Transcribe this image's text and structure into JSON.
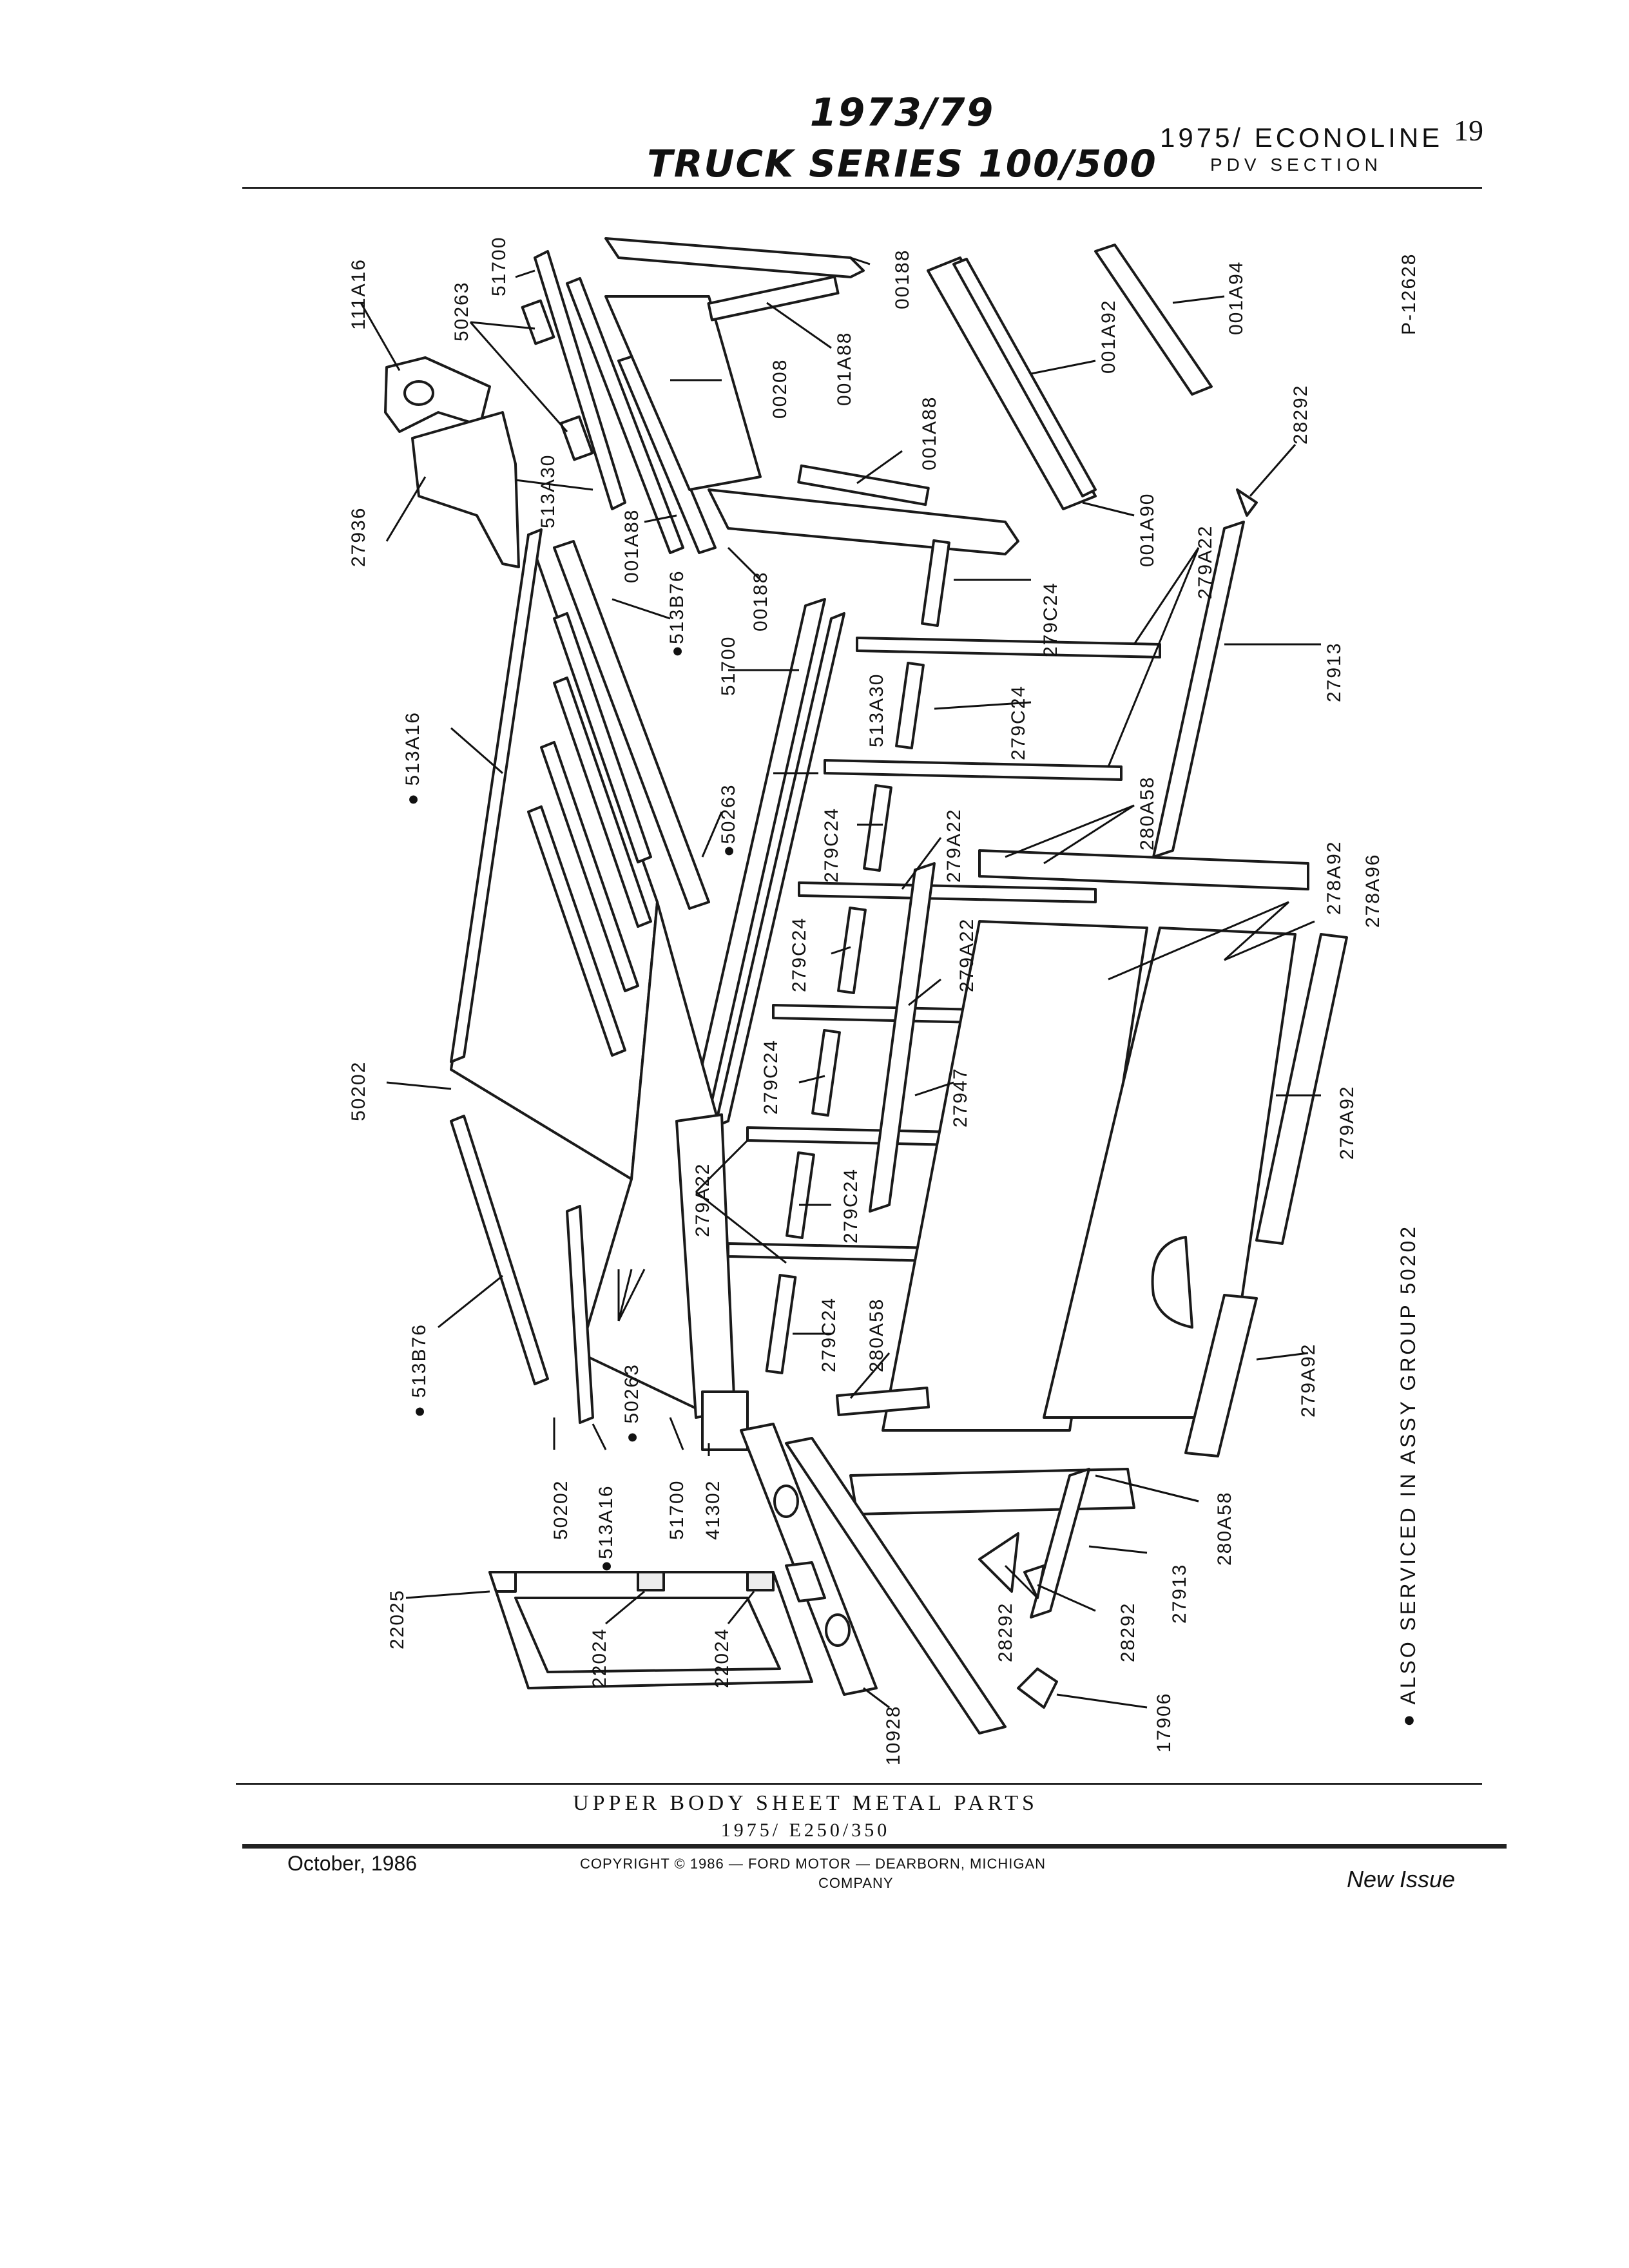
{
  "header": {
    "title_line1": "1973/79",
    "title_line2": "TRUCK SERIES 100/500",
    "model": "1975/ ECONOLINE",
    "section": "PDV SECTION",
    "page_number": "19"
  },
  "diagram": {
    "plate_id": "P-12628",
    "footnote": "● ALSO SERVICED IN ASSY GROUP 50202",
    "labels": {
      "l111A16": "111A16",
      "l27936": "27936",
      "l50263a": "50263",
      "l51700a": "51700",
      "l513A30a": "513A30",
      "l001A88a": "001A88",
      "l00208": "00208",
      "l001A88b": "001A88",
      "l00188a": "00188",
      "l001A88c": "001A88",
      "l00188b": "00188",
      "l001A92a": "001A92",
      "l001A94": "001A94",
      "l001A90": "001A90",
      "l28292a": "28292",
      "l513B76a": "●513B76",
      "l513A16a": "● 513A16",
      "l51700b": "51700",
      "l513A30b": "513A30",
      "l50263b": "●50263",
      "l279C24a": "279C24",
      "l279A22a": "279A22",
      "l27913a": "27913",
      "l279C24b": "279C24",
      "l280A58a": "280A58",
      "l279C24c": "279C24",
      "l279A22b": "279A22",
      "l278A92": "278A92",
      "l278A96": "278A96",
      "l279C24d": "279C24",
      "l279A22c": "279A22",
      "l50202a": "50202",
      "l279C24e": "279C24",
      "l27947": "27947",
      "l279A92a": "279A92",
      "l279A22d": "279A22",
      "l279C24f": "279C24",
      "l279C24g": "279C24",
      "l280A58b": "280A58",
      "l279A92b": "279A92",
      "l513B76b": "● 513B76",
      "l50263c": "● 50263",
      "l50202b": "50202",
      "l513A16b": "●513A16",
      "l51700c": "51700",
      "l41302": "41302",
      "l280A58c": "280A58",
      "l27913b": "27913",
      "l22025": "22025",
      "l22024a": "22024",
      "l22024b": "22024",
      "l28292b": "28292",
      "l28292c": "28292",
      "l10928": "10928",
      "l17906": "17906"
    }
  },
  "footer": {
    "caption_line1": "UPPER BODY SHEET METAL PARTS",
    "caption_line2": "1975/ E250/350",
    "date": "October, 1986",
    "copyright_line1": "COPYRIGHT © 1986  —  FORD MOTOR  —  DEARBORN, MICHIGAN",
    "copyright_line2": "COMPANY",
    "status": "New Issue"
  }
}
